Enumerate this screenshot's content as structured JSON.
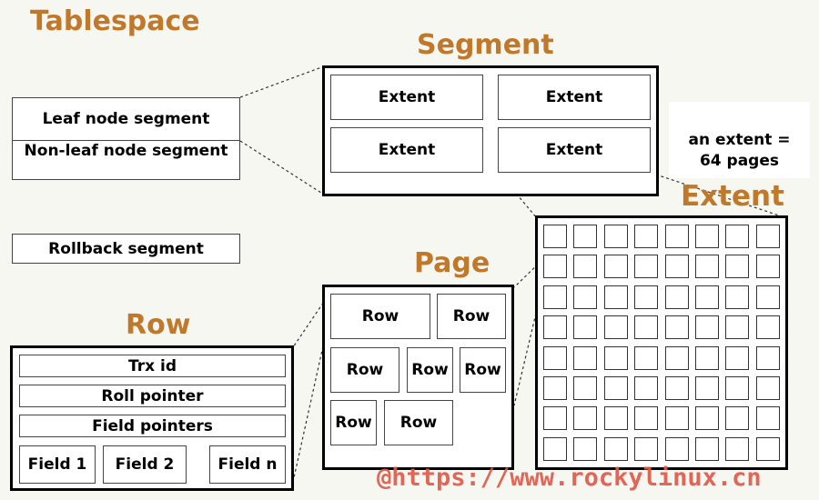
{
  "titles": {
    "tablespace": "Tablespace",
    "segment": "Segment",
    "extent": "Extent",
    "page": "Page",
    "row": "Row"
  },
  "tablespace": {
    "leaf": "Leaf node segment",
    "nonleaf": "Non-leaf node segment",
    "rollback": "Rollback segment"
  },
  "segment": {
    "extents": [
      "Extent",
      "Extent",
      "Extent",
      "Extent"
    ]
  },
  "extent_note": {
    "line1": "an extent =",
    "line2": "64 pages"
  },
  "page": {
    "rows": [
      "Row",
      "Row",
      "Row",
      "Row",
      "Row",
      "Row",
      "Row"
    ]
  },
  "row": {
    "trx_id": "Trx id",
    "roll_pointer": "Roll pointer",
    "field_pointers": "Field pointers",
    "field1": "Field 1",
    "field2": "Field 2",
    "fieldn": "Field n"
  },
  "watermark": "@https://www.rockylinux.cn",
  "colors": {
    "title": "#c0792b",
    "watermark": "#e05a4a"
  }
}
